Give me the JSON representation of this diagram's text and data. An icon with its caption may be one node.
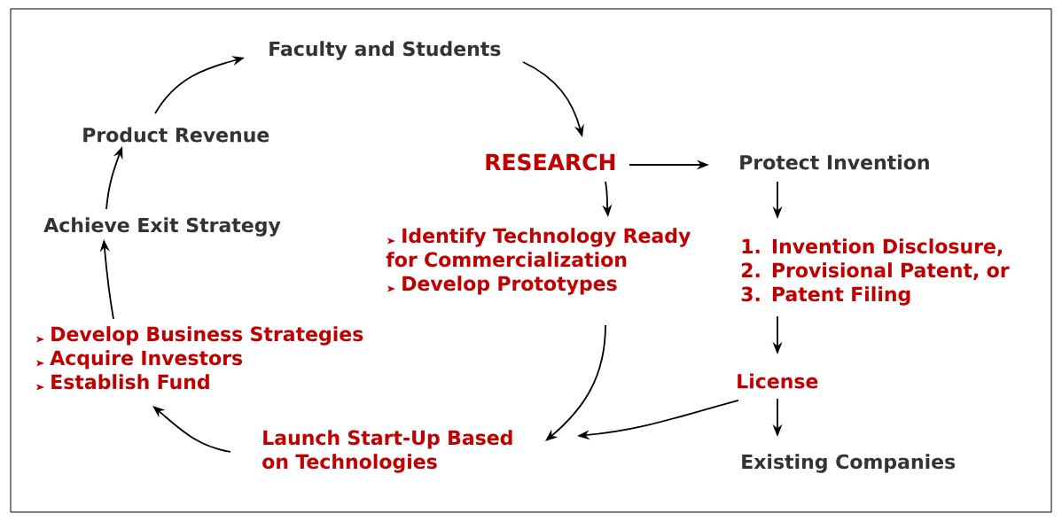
{
  "diagram": {
    "nodes": [
      {
        "text": [
          "Faculty and Students"
        ]
      },
      {
        "text": [
          "RESEARCH"
        ]
      },
      {
        "text": [
          "Identify Technology Ready for Commercialization",
          "Develop Prototypes"
        ]
      },
      {
        "text": [
          "Protect Invention"
        ]
      },
      {
        "text": [
          "1. Invention Disclosure,",
          "2. Provisional Patent, or",
          "3. Patent Filing"
        ]
      },
      {
        "text": [
          "License"
        ]
      },
      {
        "text": [
          "Existing Companies"
        ]
      },
      {
        "text": [
          "Launch Start-Up Based on Technologies"
        ]
      },
      {
        "text": [
          "Develop Business Strategies",
          "Acquire Investors",
          "Establish Fund"
        ]
      },
      {
        "text": [
          "Achieve Exit Strategy"
        ]
      },
      {
        "text": [
          "Product Revenue"
        ]
      }
    ],
    "edges": [
      {
        "from": 0,
        "to": 1,
        "arrow": "to"
      },
      {
        "from": 1,
        "to": 3,
        "arrow": "to"
      },
      {
        "from": 1,
        "to": 2,
        "arrow": "to"
      },
      {
        "from": 3,
        "to": 4,
        "arrow": "to"
      },
      {
        "from": 4,
        "to": 5,
        "arrow": "to"
      },
      {
        "from": 5,
        "to": 6,
        "arrow": "to"
      },
      {
        "from": 5,
        "to": 7,
        "arrow": "to"
      },
      {
        "from": 2,
        "to": 7,
        "arrow": "to"
      },
      {
        "from": 7,
        "to": 8,
        "arrow": "to"
      },
      {
        "from": 8,
        "to": 9,
        "arrow": "to"
      },
      {
        "from": 9,
        "to": 10,
        "arrow": "to"
      },
      {
        "from": 10,
        "to": 0,
        "arrow": "to"
      }
    ]
  }
}
